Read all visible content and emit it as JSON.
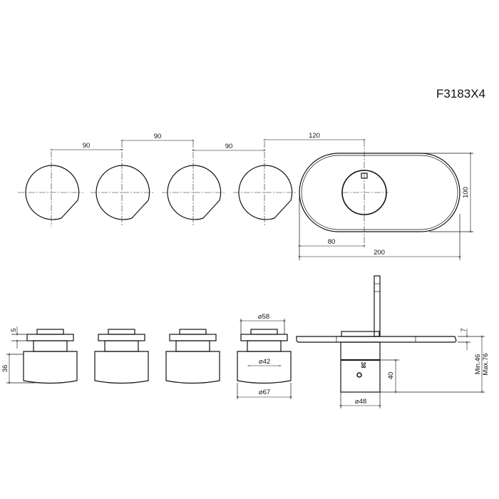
{
  "title": "F3183X4",
  "top_view": {
    "spacing_1": "90",
    "spacing_2": "90",
    "spacing_3": "90",
    "spacing_4": "120",
    "plate_height": "100",
    "knob_offset": "80",
    "plate_width": "200"
  },
  "side_view": {
    "flange_height": "5",
    "knob_height": "36",
    "flange_diameter": "⌀58",
    "neck_diameter": "⌀42",
    "knob_diameter": "⌀67",
    "plate_thickness": "7",
    "depth_range_min": "Min.46",
    "depth_range_max": "Max.76",
    "cartridge_height": "40",
    "cartridge_diameter": "⌀48",
    "cartridge_marking": "38"
  }
}
